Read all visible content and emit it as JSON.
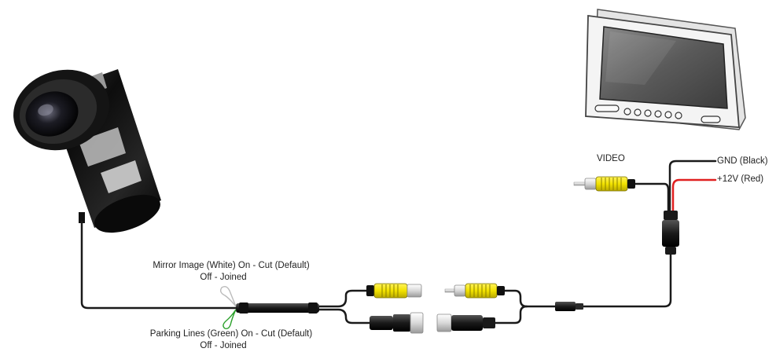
{
  "labels": {
    "video": "VIDEO",
    "gnd": "GND (Black)",
    "power": "+12V (Red)",
    "mirror_line1": "Mirror Image (White) On - Cut (Default)",
    "mirror_line2": "Off - Joined",
    "parking_line1": "Parking Lines (Green) On - Cut (Default)",
    "parking_line2": "Off - Joined"
  },
  "colors": {
    "cable": "#1a1a1a",
    "connector_yellow": "#f2e200",
    "connector_chrome": "#e8e8e8",
    "wire_red": "#e02020",
    "wire_green": "#2aa02a",
    "wire_white": "#cccccc",
    "monitor_screen": "#5c5c5c",
    "monitor_frame": "#f0f0f0"
  },
  "icons": {
    "camera": "camera-icon",
    "monitor": "monitor-icon"
  }
}
